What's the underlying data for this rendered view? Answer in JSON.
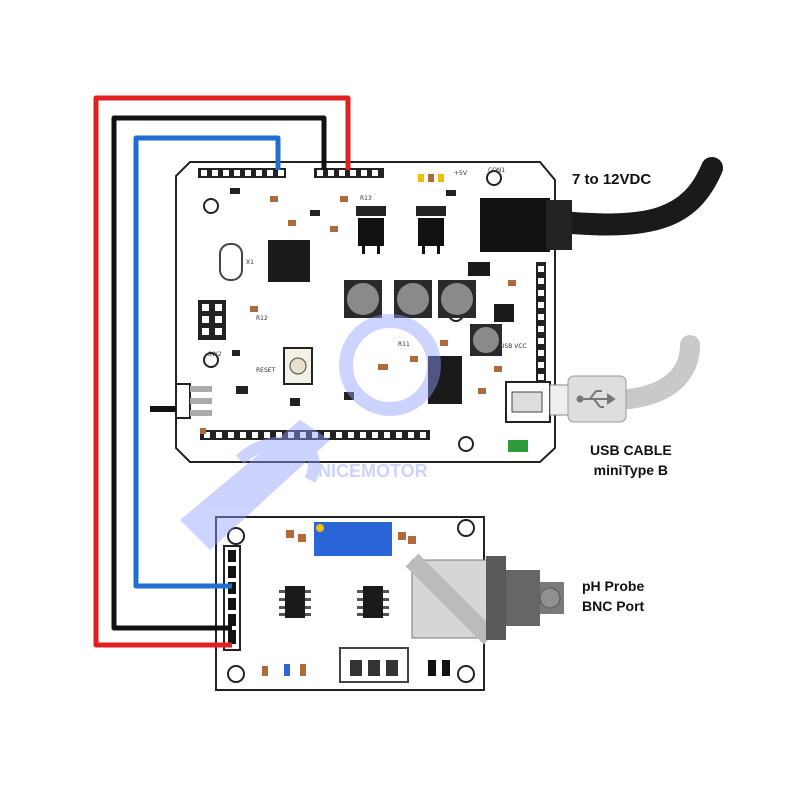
{
  "diagram": {
    "title": "",
    "labels": {
      "power": [
        "7 to 12VDC"
      ],
      "usb": [
        "USB CABLE",
        "miniType B"
      ],
      "probe": [
        "pH Probe",
        "BNC Port"
      ]
    },
    "watermark": "NICEMOTOR",
    "colors": {
      "wire_vcc": "#e02020",
      "wire_gnd": "#111111",
      "wire_signal": "#1f6fd1",
      "board_fill": "#ffffff",
      "board_outline": "#222222",
      "chip": "#1a1a1a",
      "capacitor": "#8a8a8a",
      "trimmer": "#2a66d8",
      "smd_brown": "#b06a3a",
      "power_led": "#2e9a3a",
      "usb_cable": "#c9c9c9",
      "dc_cable": "#1a1a1a",
      "watermark": "#8fa0ff"
    },
    "icons": [
      "usb-icon",
      "dc-barrel-jack-icon",
      "bnc-connector-icon"
    ]
  }
}
